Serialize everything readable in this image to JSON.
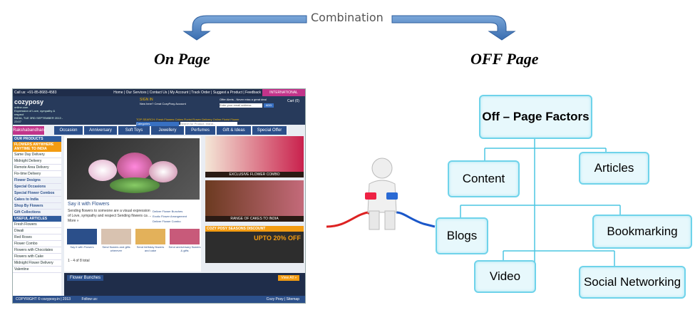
{
  "top_label": "Combination",
  "headings": {
    "on_page": "On Page",
    "off_page": "OFF Page"
  },
  "diagram": {
    "root": "Off – Page Factors",
    "nodes": [
      "Content",
      "Articles",
      "Blogs",
      "Bookmarking",
      "Video",
      "Social Networking"
    ]
  },
  "website": {
    "topbar_phone": "Call us: +91-85-8683-4583",
    "topbar_links": "Home | Our Services | Contact Us | My Account | Track Order | Suggest a Product | Feedback",
    "topbar_intl": "INTERNATIONAL DELIVERY",
    "logo": "cozyposy",
    "logo_sub": "online.com",
    "tagline": "Expression of Love, sympathy & respect",
    "date": "INDIA, TUE 3RD SEPTEMBER 2013 - 23:07",
    "signin": "SIGN IN",
    "new_here": "New here? Creat CozyPosy Account",
    "offer_alerts": "Offer Alerts - Never miss a great deal",
    "email_placeholder": "Enter your email address",
    "add": "ADD",
    "cart": "Cart (0)",
    "top_search": "TOP SEARCH: Fresh Flowers Cakes Florist Flower Delivery Online Florist Flower",
    "categories": "Categories",
    "search_placeholder": "Search for Product, brand...",
    "nav": [
      "Rakshabandhan",
      "Occasion",
      "Anniversary",
      "Soft Toys",
      "Jewellery",
      "Perfumes",
      "Gift & Ideas",
      "Special Offer"
    ],
    "sidebar": {
      "our_products": "OUR PRODUCTS",
      "flowers_anywhere": "FLOWERS ANYWHERE ANYTIME TO INDIA",
      "delivery": [
        "Same Day Delivery",
        "Midnight Delivery",
        "Remote Area Delivery",
        "Fix-time Delivery"
      ],
      "categories": [
        "Flower Designs",
        "Special Occasions",
        "Special Flower Combos",
        "Cakes to India",
        "Shop By Flowers",
        "Gift Collections"
      ],
      "useful": "USEFUL ARTICLES",
      "articles": [
        "Fresh Flowers",
        "Diwali",
        "Red Roses",
        "Flower Combo",
        "Flowers with Chocolates",
        "Flowers with Cake",
        "Midnight Flower Delivery",
        "Valentine"
      ]
    },
    "hero_title": "Say it with Flowers",
    "hero_text": "Sending flowers to someone are a visual expression of Love, sympathy and respect Sending flowers ca ... More »",
    "hero_links": [
      "Deliver Flower Bunches",
      "Exotic Flower Arrangement",
      "Deliver Flower Combo"
    ],
    "thumb_caps": [
      "Say it with Flowers",
      "Send flowers and gifts wherever",
      "Send birthday flowers and cake",
      "Send anniversary flowers & gifts"
    ],
    "pager": "1 - 4 of 8 total",
    "promo1": "EXCLUSIVE FLOWER COMBO",
    "promo2": "RANGE OF CAKES TO INDIA",
    "discount_title": "COZY POSY SEASONS DISCOUNT",
    "discount_pct": "UPTO 20% OFF",
    "flower_bunches": "Flower Bunches",
    "view_all": "View All »",
    "copyright": "COPYRIGHT © cozyposy.in | 2013",
    "follow": "Follow us:",
    "footer_right": "Cozy Posy | Sitemap"
  }
}
